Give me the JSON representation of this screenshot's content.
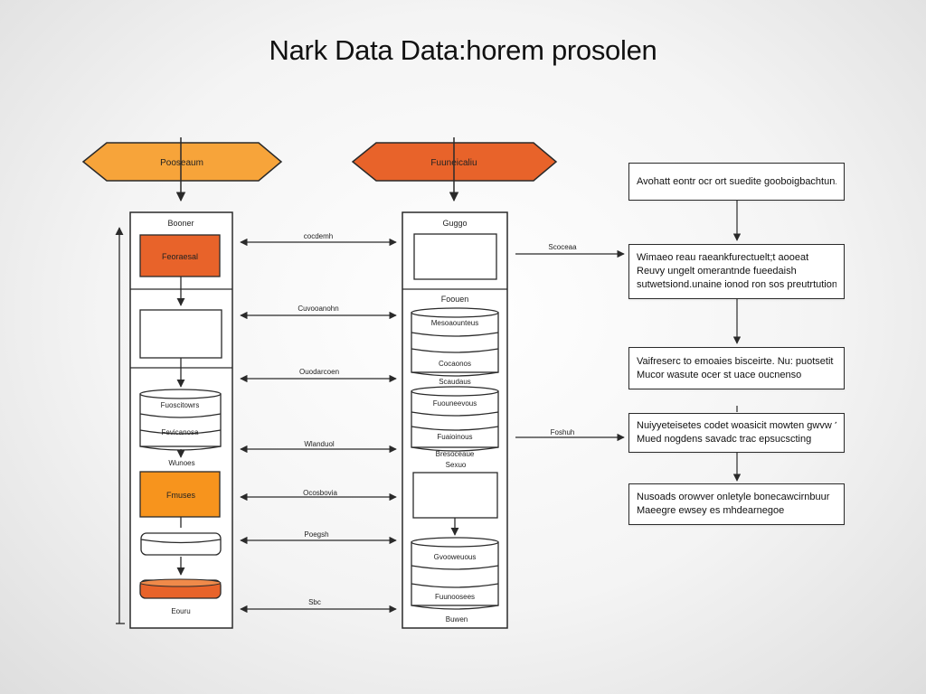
{
  "title": "Nark Data Data:horem prosolen",
  "colors": {
    "accent_light": "#f7a43a",
    "accent_dark": "#e8632a",
    "stroke": "#2a2a2a",
    "panel_fill": "#ffffff"
  },
  "left_column": {
    "header": "Pooseaum",
    "top_label": "Booner",
    "step1": "Feoraesal",
    "step3_top": "Fuoscitowrs",
    "step3_mid": "Fevicanosa",
    "under_step3": "Wunoes",
    "step4": "Fmuses",
    "bottom_label": "Eouru"
  },
  "center_column": {
    "header": "Fuuneicaliu",
    "top_label": "Guggo",
    "sec2_label": "Foouen",
    "db1_top": "Mesoaounteus",
    "db1_bottom": "Cocaonos",
    "db2_label": "Scaudaus",
    "db2_top": "Fuouneevous",
    "db2_bottom": "Fuaioinous",
    "mid_label_1": "Bresoceaue",
    "mid_label_2": "Sexuo",
    "db3_top": "Gvooweuous",
    "db3_bottom": "Fuunoosees",
    "bottom_label": "Buwen"
  },
  "connectors": [
    {
      "label": "cocdemh"
    },
    {
      "label": "Cuvooanohn"
    },
    {
      "label": "Ouodarcoen"
    },
    {
      "label": "Wlanduol"
    },
    {
      "label": "Ocosbovia"
    },
    {
      "label": "Poegsh"
    },
    {
      "label": "Sbc"
    }
  ],
  "right_links": [
    {
      "label": "Scoceaa"
    },
    {
      "label": "Foshuh"
    }
  ],
  "right_boxes": [
    {
      "lines": [
        "Avohatt eontr ocr ort suedite gooboigbachtun."
      ]
    },
    {
      "lines": [
        "Wimaeo reau raeankfurectuelt;t aooeat",
        "Reuvy ungelt omerantnde fueedaish",
        "sutwetsiond.unaine ionod ron sos preutrtution"
      ]
    },
    {
      "lines": [
        "Vaifreserc to emoaies bisceirte. Nu: puotsetit",
        "Mucor wasute ocer st uace oucnenso"
      ]
    },
    {
      "lines": [
        "Nuiyyeteisetes codet woasicit mowten gwvw ?",
        "Mued nogdens savadc trac epsucscting"
      ]
    },
    {
      "lines": [
        "Nusoads orowver onletyle bonecawcirnbuur",
        "Maeegre ewsey es mhdearnegoe"
      ]
    }
  ]
}
